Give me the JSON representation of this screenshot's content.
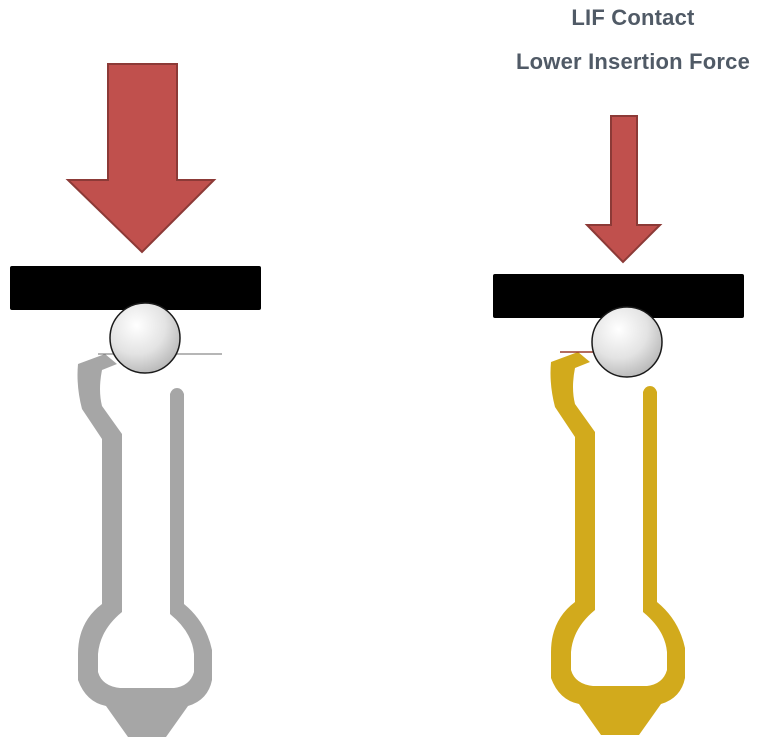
{
  "caption": {
    "title": "LIF Contact",
    "subtitle": "Lower Insertion Force"
  },
  "colors": {
    "caption_text": "#505a66",
    "arrow_fill": "#c0504d",
    "arrow_stroke": "#8c3a37",
    "plate": "#000000",
    "ball_light": "#ffffff",
    "ball_dark": "#b3b3b3",
    "ball_stroke": "#1a1a1a",
    "standard_contact": "#a6a6a6",
    "lif_contact": "#d2aa1c"
  },
  "elements": [
    "large-force-arrow-icon",
    "small-force-arrow-icon",
    "pressure-plate",
    "solder-ball",
    "standard-contact-icon",
    "lif-contact-icon"
  ]
}
